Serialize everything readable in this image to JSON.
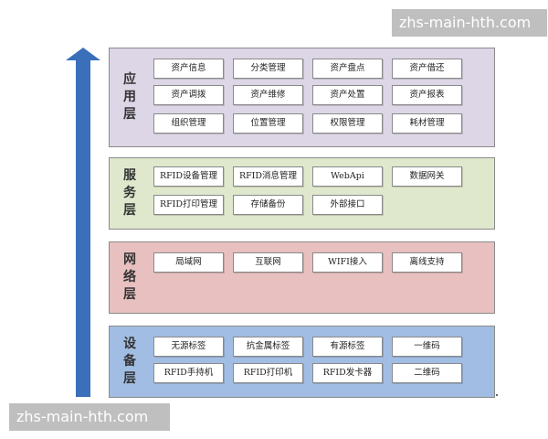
{
  "watermarks": {
    "top": "zhs-main-hth.com",
    "bottom": "zhs-main-hth.com"
  },
  "colors": {
    "arrow": "#3a6fba",
    "application": "#ddd6e6",
    "service": "#dfe8cc",
    "network": "#e9c0c0",
    "device": "#a2bde3"
  },
  "layers": [
    {
      "id": "application",
      "title": [
        "应",
        "用",
        "层"
      ],
      "boxes": [
        [
          "资产信息",
          "分类管理",
          "资产盘点",
          "资产借还"
        ],
        [
          "资产调拨",
          "资产维修",
          "资产处置",
          "资产报表"
        ],
        [
          "组织管理",
          "位置管理",
          "权限管理",
          "耗材管理"
        ]
      ]
    },
    {
      "id": "service",
      "title": [
        "服",
        "务",
        "层"
      ],
      "boxes": [
        [
          "RFID设备管理",
          "RFID消息管理",
          "WebApi",
          "数据网关"
        ],
        [
          "RFID打印管理",
          "存储备份",
          "外部接口"
        ]
      ]
    },
    {
      "id": "network",
      "title": [
        "网",
        "络",
        "层"
      ],
      "boxes": [
        [
          "局域网",
          "互联网",
          "WIFI接入",
          "离线支持"
        ]
      ]
    },
    {
      "id": "device",
      "title": [
        "设",
        "备",
        "层"
      ],
      "boxes": [
        [
          "无源标签",
          "抗金属标签",
          "有源标签",
          "一维码"
        ],
        [
          "RFID手持机",
          "RFID打印机",
          "RFID发卡器",
          "二维码"
        ]
      ]
    }
  ]
}
